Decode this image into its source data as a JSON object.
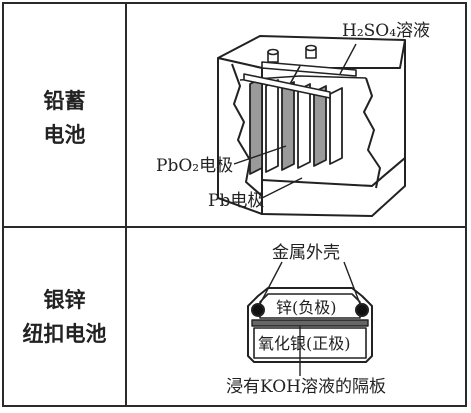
{
  "rows": [
    {
      "name_line1": "铅蓄",
      "name_line2": "电池",
      "labels": {
        "electrolyte": "H₂SO₄溶液",
        "positive": "PbO₂电极",
        "negative": "Pb电极"
      }
    },
    {
      "name_line1": "银锌",
      "name_line2": "纽扣电池",
      "labels": {
        "shell": "金属外壳",
        "anode": "锌(负极)",
        "cathode": "氧化银(正极)",
        "separator": "浸有KOH溶液的隔板"
      }
    }
  ]
}
